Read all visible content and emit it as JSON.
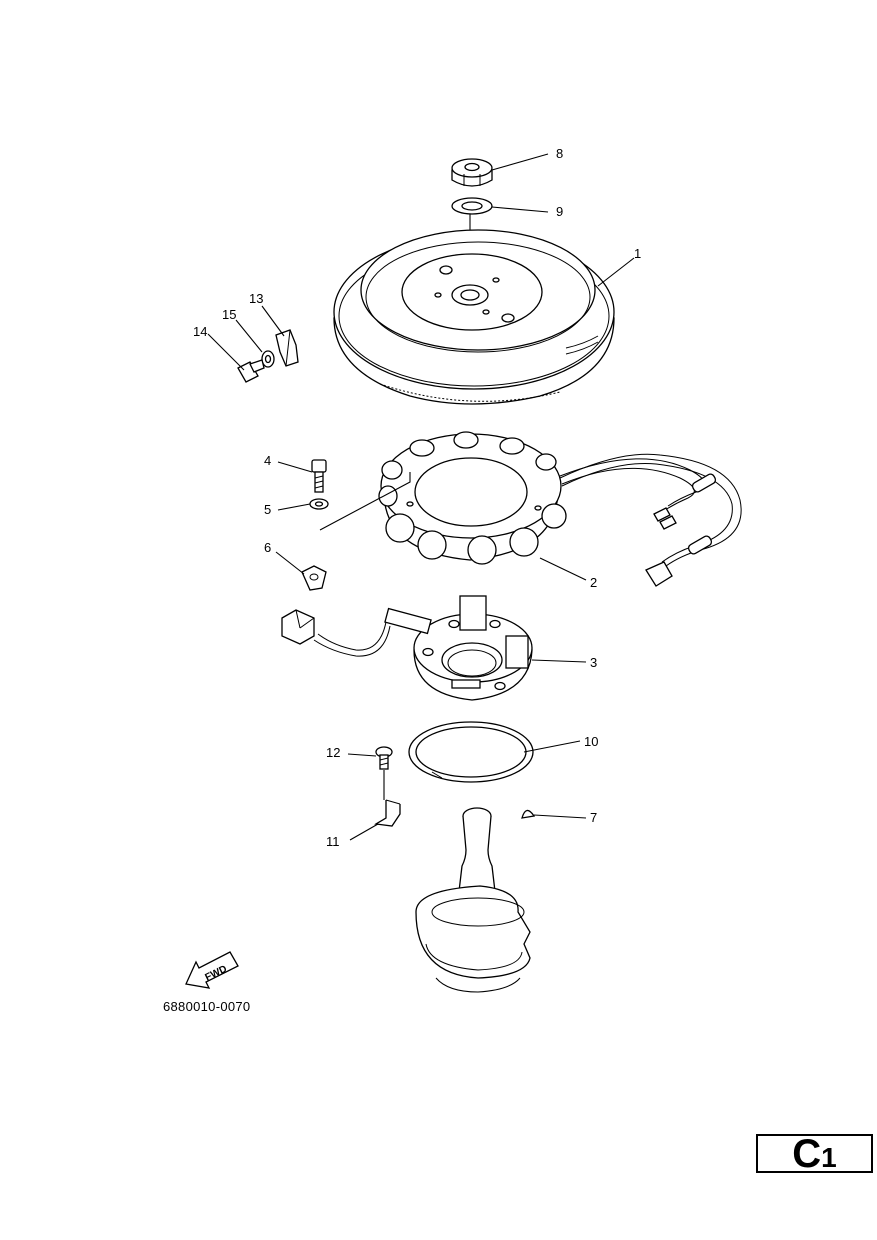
{
  "callouts": [
    {
      "id": "1",
      "label": "1"
    },
    {
      "id": "2",
      "label": "2"
    },
    {
      "id": "3",
      "label": "3"
    },
    {
      "id": "4",
      "label": "4"
    },
    {
      "id": "5",
      "label": "5"
    },
    {
      "id": "6",
      "label": "6"
    },
    {
      "id": "7",
      "label": "7"
    },
    {
      "id": "8",
      "label": "8"
    },
    {
      "id": "9",
      "label": "9"
    },
    {
      "id": "10",
      "label": "10"
    },
    {
      "id": "11",
      "label": "11"
    },
    {
      "id": "12",
      "label": "12"
    },
    {
      "id": "13",
      "label": "13"
    },
    {
      "id": "14",
      "label": "14"
    },
    {
      "id": "15",
      "label": "15"
    }
  ],
  "fwd_label": "FWD",
  "part_code": "6880010-0070",
  "section": {
    "letter": "C",
    "number": "1"
  },
  "ink_color": "#000000",
  "paper_color": "#ffffff"
}
